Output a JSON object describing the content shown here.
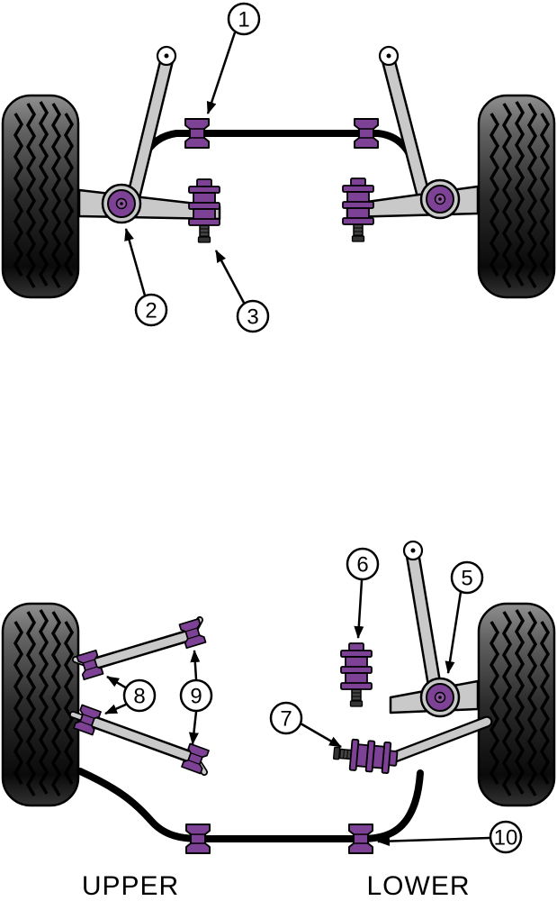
{
  "figure": {
    "type": "suspension-bushing-diagram",
    "sections": [
      "front-axle",
      "rear-axle"
    ]
  },
  "callouts": {
    "c1": "1",
    "c2": "2",
    "c3": "3",
    "c5": "5",
    "c6": "6",
    "c7": "7",
    "c8": "8",
    "c9": "9",
    "c10": "10"
  },
  "labels": {
    "upper": "UPPER",
    "lower": "LOWER"
  },
  "colors": {
    "bushing_purple": "#7d4295",
    "bushing_purple_light": "#8d55a0",
    "arm_gray": "#c9c9c9",
    "outline": "#000000",
    "background": "#ffffff"
  }
}
